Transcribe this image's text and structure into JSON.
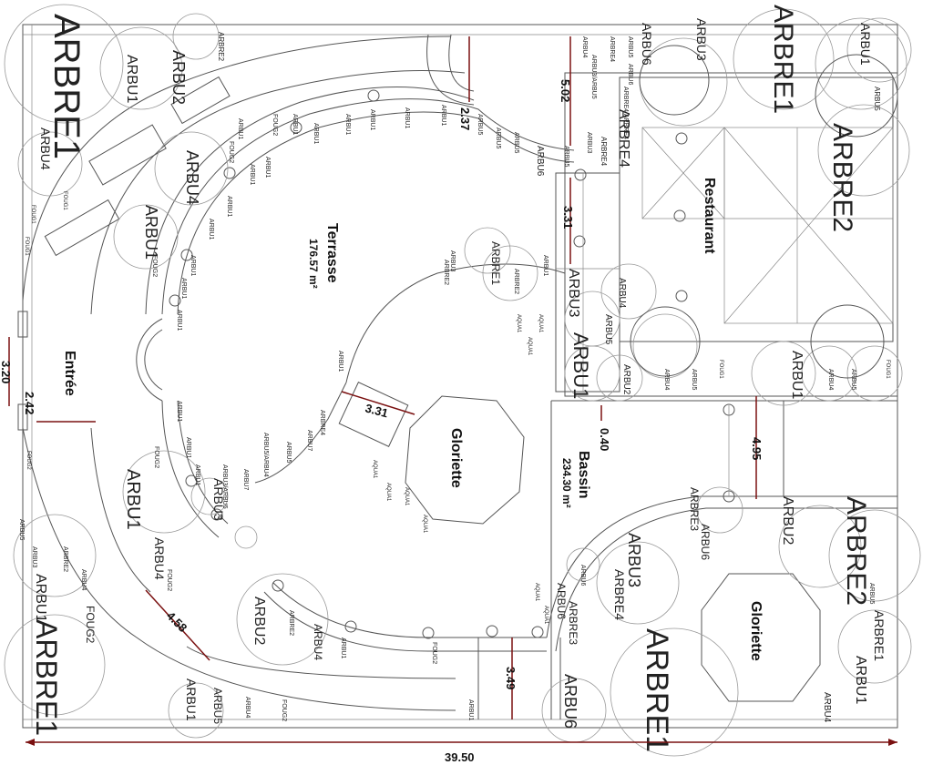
{
  "areas": {
    "terrasse": "Terrasse",
    "terrasse_area": "176.57 m²",
    "restaurant": "Restaurant",
    "entree": "Entrée",
    "gloriette_left": "Gloriette",
    "gloriette_right": "Gloriette",
    "bassin": "Bassin",
    "bassin_area": "234.30 m²"
  },
  "dimensions": {
    "total_width": "39.50",
    "d502": "5.02",
    "d237": "2.37",
    "d331_top": "3.31",
    "d320": "3.20",
    "d242": "2.42",
    "d331_mid": "3.31",
    "d040": "0.40",
    "d495": "4.95",
    "d458": "4.58",
    "d349": "3.49"
  },
  "plants": {
    "arbre1": "ARBRE1",
    "arbre2": "ARBRE2",
    "arbu1": "ARBU1",
    "arbu2": "ARBU2",
    "arbu3": "ARBU3",
    "arbu4": "ARBU4",
    "arbu5": "ARBU5",
    "arbu6": "ARBU6",
    "arbu7": "ARBU7",
    "arbre3": "ARBRE3",
    "arbre4": "ARBRE4",
    "foug1": "FOUG1",
    "foug2": "FOUG2",
    "aqua1": "AQUA1",
    "arbu5_arbu4": "ARBU5/ARBU4",
    "arbu3_arbu5": "ARBU3/ARBU5",
    "arbre4_arbre4": "ARBRE4/ARBRE4"
  },
  "colors": {
    "dimension": "#7a1010",
    "line": "#555555",
    "tree": "#999999"
  }
}
